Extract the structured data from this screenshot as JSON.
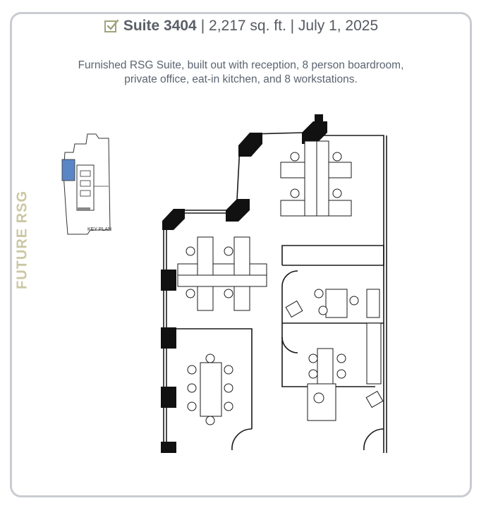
{
  "header": {
    "suite": "Suite 3404",
    "details": " | 2,217 sq. ft. | July 1,  2025",
    "check_icon": "checkbox-icon",
    "accent_color": "#9ea37a"
  },
  "side_label": "FUTURE RSG",
  "description": {
    "line1": "Furnished RSG Suite, built out with reception, 8 person boardroom,",
    "line2": "private office, eat-in kitchen, and 8 workstations."
  },
  "key_plan": {
    "label": "KEY PLAN",
    "highlight_color": "#5b86c5"
  },
  "colors": {
    "border": "#c9ccd0",
    "text": "#5b6470",
    "side_label": "#cbc7a2"
  }
}
